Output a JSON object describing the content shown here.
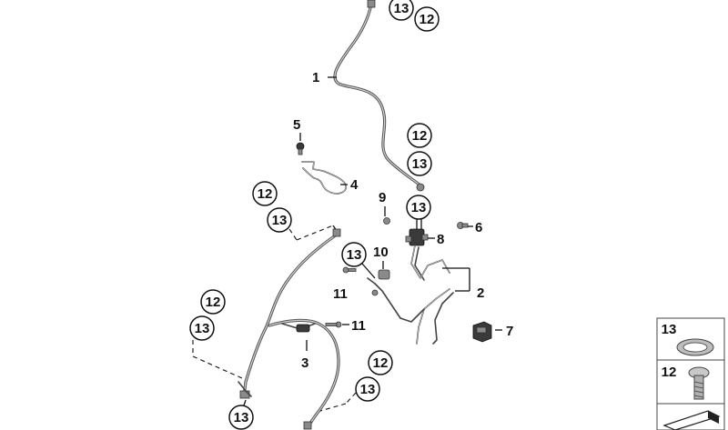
{
  "diagram": {
    "callouts": {
      "c1": "1",
      "c2": "2",
      "c3": "3",
      "c4": "4",
      "c5": "5",
      "c6": "6",
      "c7": "7",
      "c8": "8",
      "c9": "9",
      "c10": "10",
      "c11a": "11",
      "c11b": "11"
    },
    "circled": {
      "top13": "13",
      "top12": "12",
      "mid12": "12",
      "mid13": "13",
      "low13": "13",
      "valve13": "13",
      "left12": "12",
      "left13": "13",
      "farleft12": "12",
      "farleft13": "13",
      "bot13a": "13",
      "bot12": "12",
      "bot13b": "13"
    },
    "legend": {
      "item1": "13",
      "item2": "12"
    }
  }
}
